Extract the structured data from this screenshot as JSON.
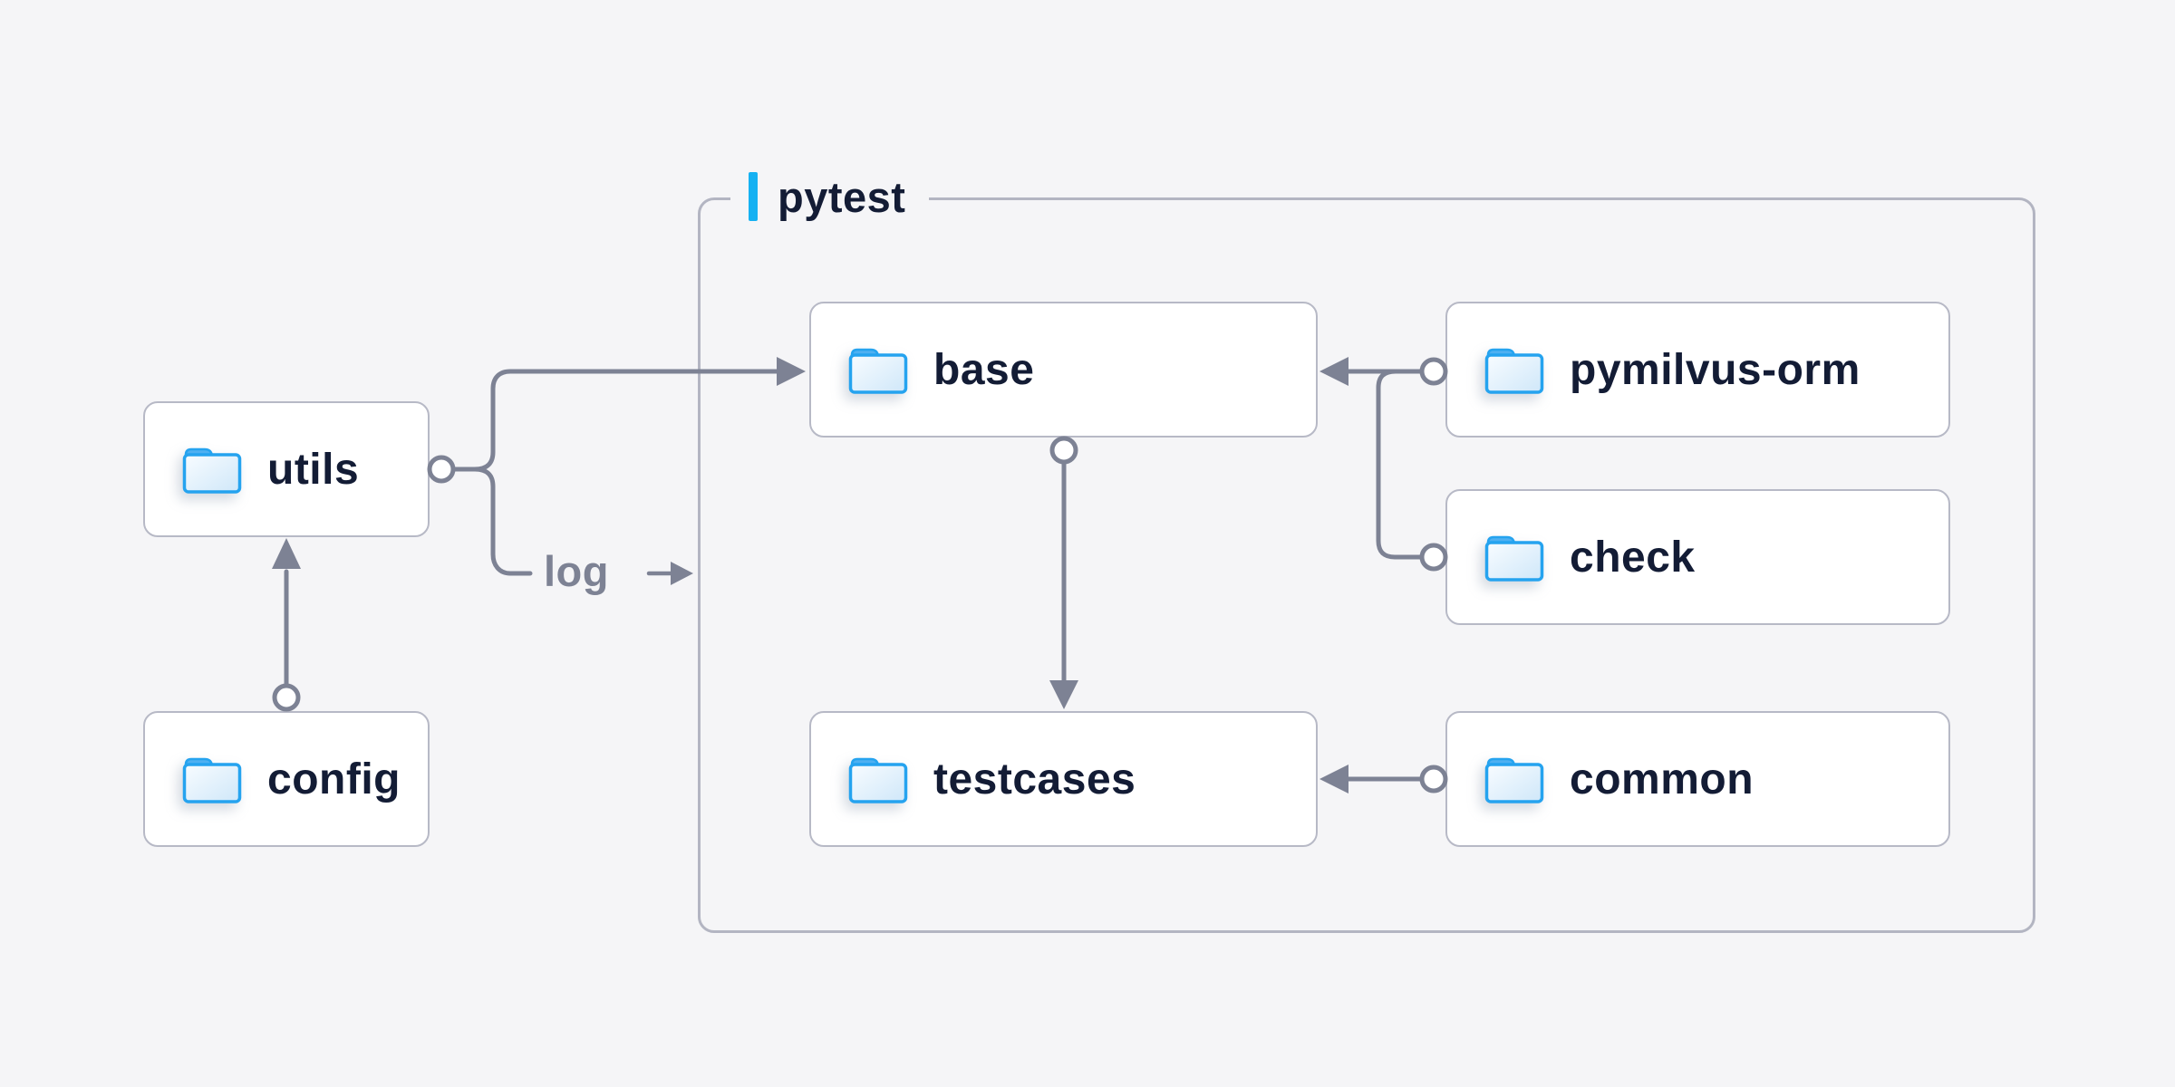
{
  "diagram_type": "folder-structure-dependency-diagram",
  "palette": {
    "background": "#f5f5f7",
    "node_background": "#ffffff",
    "node_border": "#b7b9c6",
    "container_border": "#b3b5c2",
    "connector_gray": "#7d8294",
    "text_navy": "#131c35",
    "accent_blue": "#15b1f2",
    "folder_blue": "#25a3ef"
  },
  "container": {
    "label": "pytest"
  },
  "nodes": [
    {
      "id": "utils",
      "label": "utils",
      "inside_pytest": false
    },
    {
      "id": "config",
      "label": "config",
      "inside_pytest": false
    },
    {
      "id": "base",
      "label": "base",
      "inside_pytest": true
    },
    {
      "id": "pymilvus-orm",
      "label": "pymilvus-orm",
      "inside_pytest": true
    },
    {
      "id": "check",
      "label": "check",
      "inside_pytest": true
    },
    {
      "id": "testcases",
      "label": "testcases",
      "inside_pytest": true
    },
    {
      "id": "common",
      "label": "common",
      "inside_pytest": true
    }
  ],
  "edges": [
    {
      "from": "config",
      "to": "utils",
      "label": ""
    },
    {
      "from": "utils",
      "to": "base",
      "label": ""
    },
    {
      "from": "utils",
      "to": "pytest",
      "label": "log"
    },
    {
      "from": "pymilvus-orm",
      "to": "base",
      "label": ""
    },
    {
      "from": "check",
      "to": "base",
      "label": ""
    },
    {
      "from": "base",
      "to": "testcases",
      "label": ""
    },
    {
      "from": "common",
      "to": "testcases",
      "label": ""
    }
  ]
}
